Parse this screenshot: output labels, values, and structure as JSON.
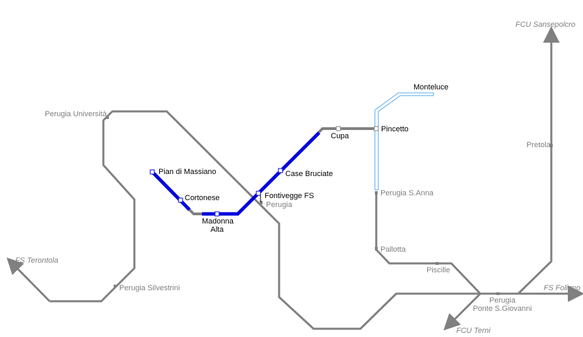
{
  "colors": {
    "rail": "#808080",
    "metro": "#0000dd",
    "planned": "#55aaee"
  },
  "stations": {
    "pian_di_massiano": "Pian di Massiano",
    "cortonese": "Cortonese",
    "madonna_alta_1": "Madonna",
    "madonna_alta_2": "Alta",
    "fontivegge": "Fontivegge FS",
    "perugia_fs": "Perugia",
    "case_bruciate": "Case Bruciate",
    "cupa": "Cupa",
    "pincetto": "Pincetto",
    "monteluce": "Monteluce",
    "perugia_santanna": "Perugia S.Anna",
    "pallotta": "Pallotta",
    "piscille": "Piscille",
    "ponte_sgiovanni_1": "Perugia",
    "ponte_sgiovanni_2": "Ponte S.Giovanni",
    "pretola": "Pretola",
    "universita": "Perugia Università",
    "silvestrini": "Perugia Silvestrini"
  },
  "destinations": {
    "sansepolcro": "FCU Sansepolcro",
    "terontola": "FS Terontola",
    "foligno": "FS Foligno",
    "terni": "FCU Terni"
  }
}
